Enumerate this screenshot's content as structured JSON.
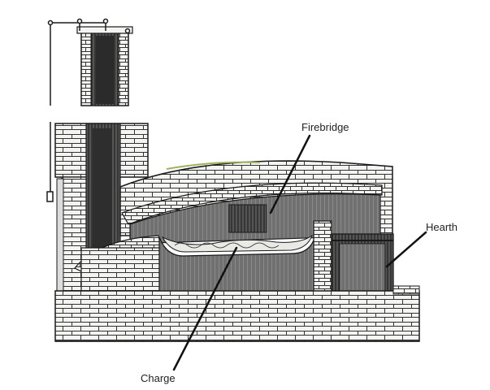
{
  "labels": {
    "firebridge": "Firebridge",
    "hearth": "Hearth",
    "charge": "Charge"
  },
  "colors": {
    "ink": "#1a1a1a",
    "brick_fill": "#f4f4f2",
    "dark_fill": "#3a3a3a",
    "mid_fill": "#6b6b6b",
    "roof_highlight": "#9db35a"
  }
}
